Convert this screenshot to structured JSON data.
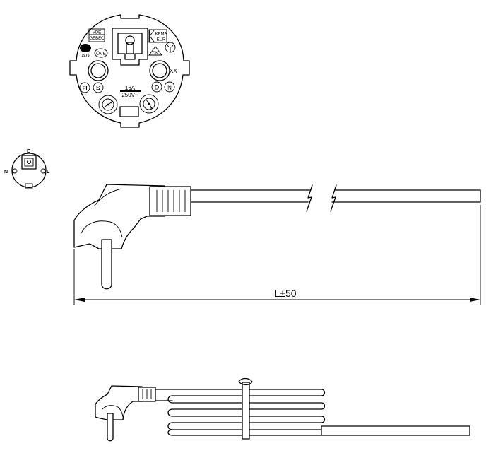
{
  "plug_face": {
    "cert_vde_line1": "VDE",
    "cert_vde_line2": "GEBEC",
    "cert_kema_line1": "KEMA",
    "cert_kema_line2": "EUR",
    "year_text": "1976",
    "ove_text": "ÖVE",
    "dk_text": "DK",
    "xx_text": "XX",
    "fi_text": "FI",
    "s_text": "S",
    "d_text": "D",
    "n_text": "N",
    "rating_current": "16A",
    "rating_voltage": "250V~"
  },
  "pin_diagram": {
    "earth_label": "E",
    "neutral_label": "N",
    "live_label": "L"
  },
  "dimension": {
    "length_label": "L±50"
  },
  "colors": {
    "line": "#000000",
    "background": "#ffffff"
  }
}
